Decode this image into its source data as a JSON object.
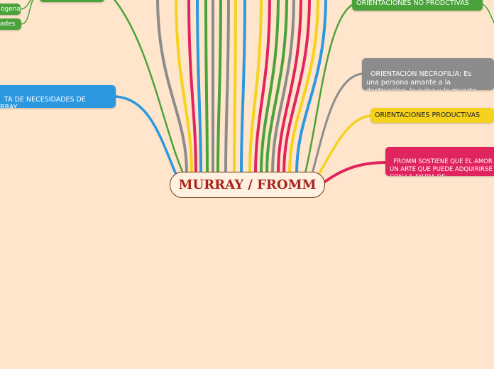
{
  "center": {
    "title": "MURRAY / FROMM"
  },
  "nodes": {
    "endogena": "ógena",
    "necesidades_short": "ades",
    "lista_necesidades": "TA DE NECESIDADES DE\nRRAY",
    "orientaciones_no_productivas": "ORIENTACIONES NO PRODCTIVAS",
    "orientacion_necrofilia": "ORIENTACIÒN NECROFILIA: Es\nuna persona amante a la\ndestruccion, la ruina y la muerte.",
    "orientaciones_productivas": "ORIENTACIONES PRODUCTIVAS",
    "fromm_amor": "FROMM SOSTIENE QUE EL AMOR\nUN ARTE QUE PUEDE ADQUIRIRSE\nCON LA AYUDA DE:"
  },
  "colors": {
    "background": "#fee5cb",
    "green": "#4aa23b",
    "blue": "#2c98e0",
    "gray": "#8c8c8c",
    "yellow": "#f5d21e",
    "pink": "#e0245e",
    "center_text": "#a8241b"
  }
}
